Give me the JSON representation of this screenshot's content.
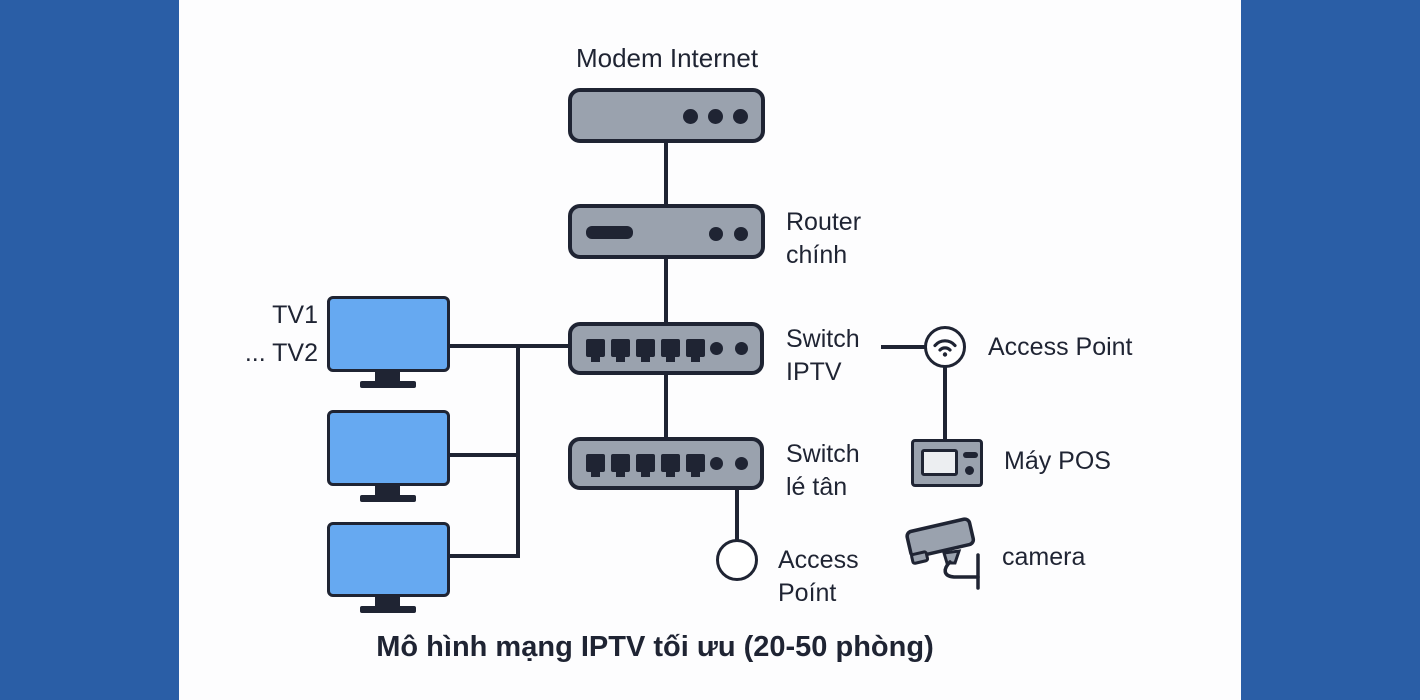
{
  "colors": {
    "panel_blue": "#2a5ea6",
    "outline_ink": "#1f2433",
    "device_gray": "#9aa2ae",
    "tv_blue": "#66a9f1",
    "pos_screen": "#eceef1",
    "background": "#fdfdfe"
  },
  "diagram": {
    "modem": {
      "label": "Modem Internet"
    },
    "router": {
      "label_line1": "Router",
      "label_line2": "chính"
    },
    "switch_iptv": {
      "label_line1": "Switch",
      "label_line2": "IPTV"
    },
    "switch_reception": {
      "label_line1": "Switch",
      "label_line2": "lé tân"
    },
    "tvs": {
      "label_line1": "TV1",
      "label_line2": "... TV2"
    },
    "access_point_wifi": {
      "label": "Access Point"
    },
    "pos": {
      "label": "Máy POS"
    },
    "camera": {
      "label": "camera"
    },
    "access_point_bottom": {
      "label_line1": "Access",
      "label_line2": "Poínt"
    }
  },
  "caption": "Mô hình mạng IPTV tối ưu (20-50 phòng)"
}
